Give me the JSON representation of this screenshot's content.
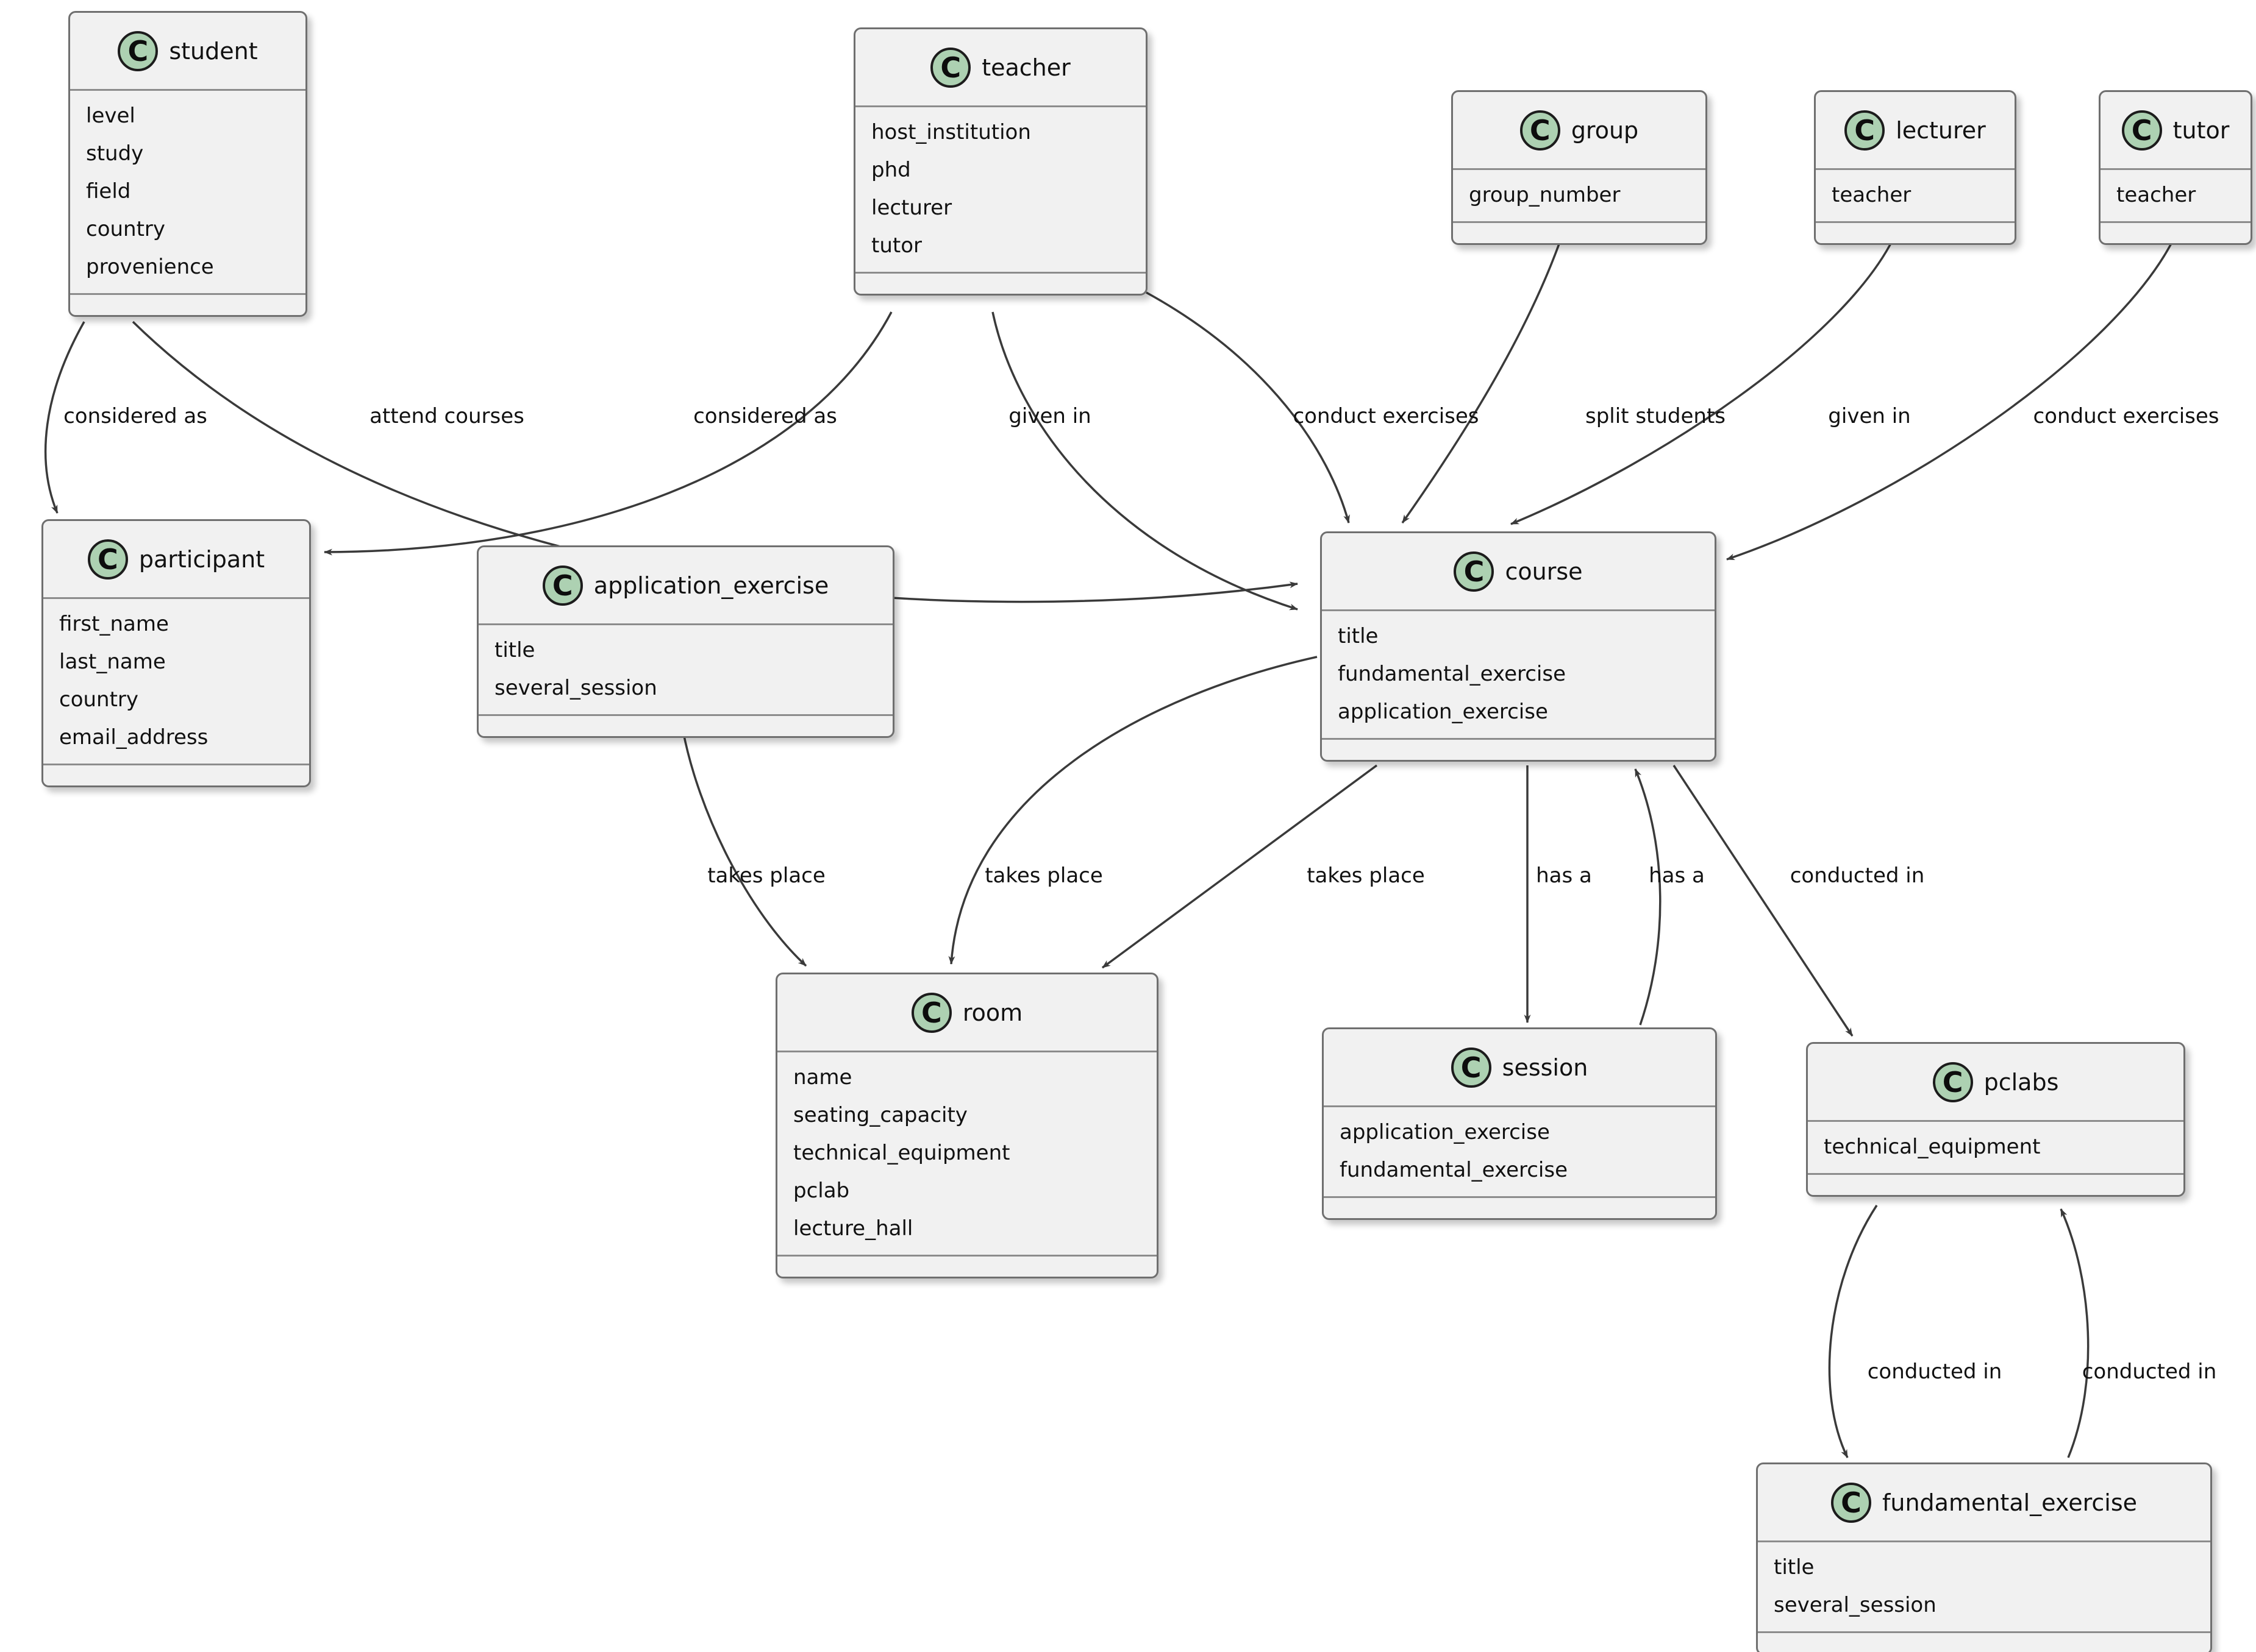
{
  "diagram": {
    "type": "uml-class-diagram",
    "background": "#ffffff",
    "box_fill": "#F1F1F1",
    "box_border": "#6f6f6f",
    "line_color": "#3a3a3a",
    "accent_circle_fill": "#ADD1B2",
    "class_icon_letter": "C"
  },
  "classes": {
    "student": {
      "name": "student",
      "attrs": [
        "level",
        "study",
        "field",
        "country",
        "provenience"
      ]
    },
    "teacher": {
      "name": "teacher",
      "attrs": [
        "host_institution",
        "phd",
        "lecturer",
        "tutor"
      ]
    },
    "group": {
      "name": "group",
      "attrs": [
        "group_number"
      ]
    },
    "lecturer": {
      "name": "lecturer",
      "attrs": [
        "teacher"
      ]
    },
    "tutor": {
      "name": "tutor",
      "attrs": [
        "teacher"
      ]
    },
    "participant": {
      "name": "participant",
      "attrs": [
        "first_name",
        "last_name",
        "country",
        "email_address"
      ]
    },
    "application_exercise": {
      "name": "application_exercise",
      "attrs": [
        "title",
        "several_session"
      ]
    },
    "course": {
      "name": "course",
      "attrs": [
        "title",
        "fundamental_exercise",
        "application_exercise"
      ]
    },
    "room": {
      "name": "room",
      "attrs": [
        "name",
        "seating_capacity",
        "technical_equipment",
        "pclab",
        "lecture_hall"
      ]
    },
    "session": {
      "name": "session",
      "attrs": [
        "application_exercise",
        "fundamental_exercise"
      ]
    },
    "pclabs": {
      "name": "pclabs",
      "attrs": [
        "technical_equipment"
      ]
    },
    "fundamental_exercise": {
      "name": "fundamental_exercise",
      "attrs": [
        "title",
        "several_session"
      ]
    }
  },
  "edges": [
    {
      "from": "student",
      "to": "participant",
      "label": "considered as"
    },
    {
      "from": "student",
      "to": "course",
      "label": "attend courses"
    },
    {
      "from": "teacher",
      "to": "participant",
      "label": "considered as"
    },
    {
      "from": "teacher",
      "to": "course",
      "label": "given in"
    },
    {
      "from": "teacher",
      "to": "course",
      "label": "conduct exercises"
    },
    {
      "from": "group",
      "to": "course",
      "label": "split students"
    },
    {
      "from": "lecturer",
      "to": "course",
      "label": "given in"
    },
    {
      "from": "tutor",
      "to": "course",
      "label": "conduct exercises"
    },
    {
      "from": "application_exercise",
      "to": "room",
      "label": "takes place"
    },
    {
      "from": "course",
      "to": "room",
      "label": "takes place"
    },
    {
      "from": "course",
      "to": "room",
      "label": "takes place"
    },
    {
      "from": "course",
      "to": "session",
      "label": "has a"
    },
    {
      "from": "session",
      "to": "course",
      "label": "has a"
    },
    {
      "from": "course",
      "to": "pclabs",
      "label": "conducted in"
    },
    {
      "from": "pclabs",
      "to": "fundamental_exercise",
      "label": "conducted in"
    },
    {
      "from": "fundamental_exercise",
      "to": "pclabs",
      "label": "conducted in"
    }
  ]
}
